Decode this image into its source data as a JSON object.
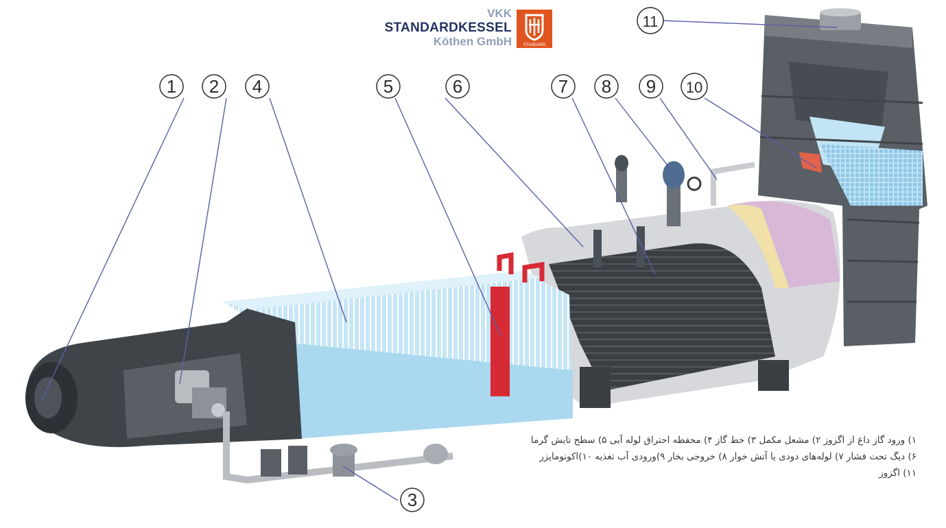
{
  "logo": {
    "line1": "VKK",
    "line2": "STANDARDKESSEL",
    "line3": "Köthen GmbH",
    "badge_text": "STANDARD",
    "badge_color": "#e0541e"
  },
  "callouts": [
    {
      "number": "1",
      "part": "hot-gas-inlet"
    },
    {
      "number": "2",
      "part": "auxiliary-burner"
    },
    {
      "number": "3",
      "part": "gas-line"
    },
    {
      "number": "4",
      "part": "water-tube-combustion-chamber"
    },
    {
      "number": "5",
      "part": "radiant-heating-surface"
    },
    {
      "number": "6",
      "part": "pressure-vessel"
    },
    {
      "number": "7",
      "part": "smoke-tubes"
    },
    {
      "number": "8",
      "part": "steam-outlet"
    },
    {
      "number": "9",
      "part": "feed-water-inlet"
    },
    {
      "number": "10",
      "part": "economizer"
    },
    {
      "number": "11",
      "part": "exhaust"
    }
  ],
  "caption": {
    "line1": "۱) ورود گاز داغ از اگزوز ۲) مشعل مکمل  ۳) خط گاز  ۴) محفظه احتراق لوله آبی ۵) سطح تابش گرما",
    "line2": "۶) دیگ تحت فشار  ۷) لوله‌های دودی یا آتش خوار ۸) خروجی بخار ۹)ورودی آب تغذیه  ۱۰)اکونومایزر",
    "line3": "۱۱) اگزوز"
  },
  "colors": {
    "shell_dark": "#3d4248",
    "shell_gray": "#d4d6da",
    "water_tubes": "#bfe3f4",
    "red_headers": "#d62a35",
    "insulation_pink": "#d8b8d6",
    "insulation_yellow": "#f1e0a8",
    "callout_line": "#5a5fa8"
  }
}
